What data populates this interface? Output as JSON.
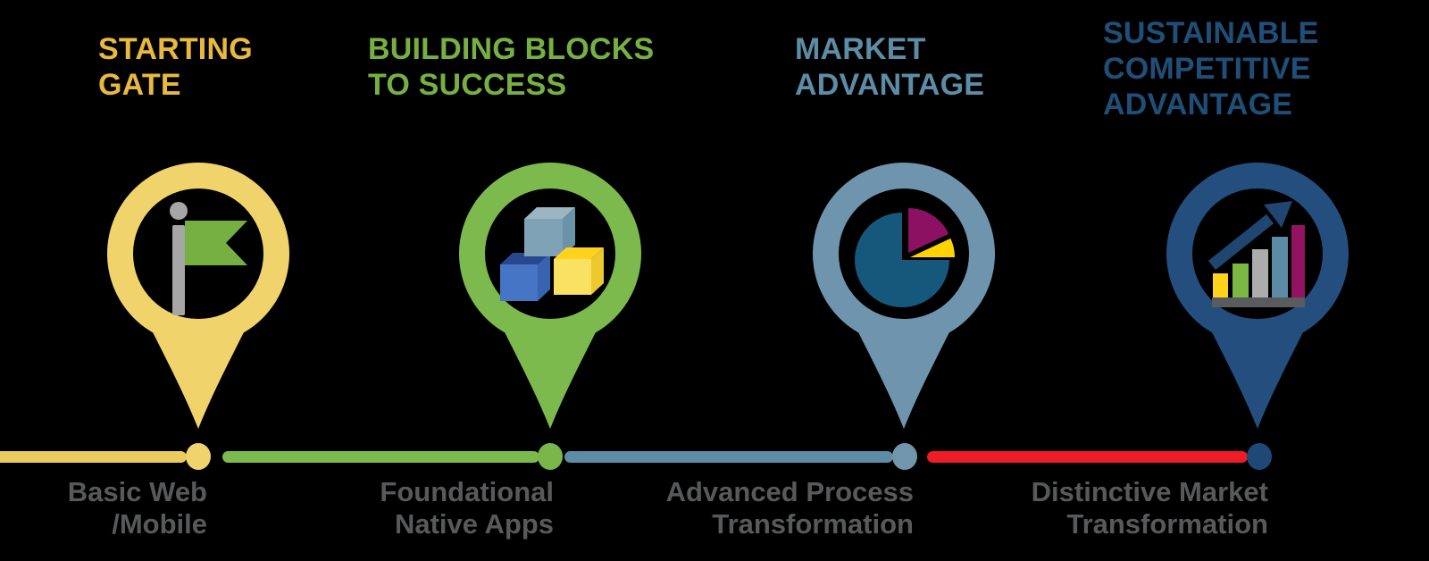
{
  "background_color": "#000000",
  "stages": [
    {
      "name": "starting-gate",
      "title": "STARTING\nGATE",
      "title_color": "#E8B93E",
      "pin_color": "#F1D36C",
      "icon": "flag-icon",
      "icon_colors": {
        "pole": "#A6A6A6",
        "flag": "#76B043"
      },
      "label": "Basic Web\n/Mobile",
      "segment_color": "#ECCB5D",
      "dot_color": "#F1D36C"
    },
    {
      "name": "building-blocks-to-success",
      "title": "BUILDING BLOCKS\nTO SUCCESS",
      "title_color": "#76B043",
      "pin_color": "#7CBA4E",
      "icon": "cubes-icon",
      "icon_colors": {
        "top_cube": "#7FA2B6",
        "left_cube": "#4575C4",
        "right_cube": "#F9E161"
      },
      "label": "Foundational\nNative Apps",
      "segment_color": "#7CBA4E",
      "dot_color": "#79B74B"
    },
    {
      "name": "market-advantage",
      "title": "MARKET\nADVANTAGE",
      "title_color": "#5D8CA6",
      "pin_color": "#6E95AD",
      "icon": "pie-chart-icon",
      "icon_colors": {
        "pie_main": "#16587C",
        "pie_slice_1": "#8C1162",
        "pie_slice_2": "#FFD200"
      },
      "label": "Advanced Process\nTransformation",
      "segment_color": "#5D8CA6",
      "dot_color": "#7195AC"
    },
    {
      "name": "sustainable-competitive-advantage",
      "title": "SUSTAINABLE\nCOMPETITIVE\nADVANTAGE",
      "title_color": "#1F4E79",
      "pin_color": "#234E7E",
      "icon": "growth-chart-icon",
      "icon_colors": {
        "bars": [
          "#FFD21C",
          "#7CB944",
          "#ACACAC",
          "#5C8BA5",
          "#92135F"
        ],
        "base": "#595B5E",
        "arrow": "#1F4571"
      },
      "label": "Distinctive Market\nTransformation",
      "segment_color": "#EE1C25",
      "dot_color": "#1F4877"
    }
  ],
  "label_color": "#58595B"
}
